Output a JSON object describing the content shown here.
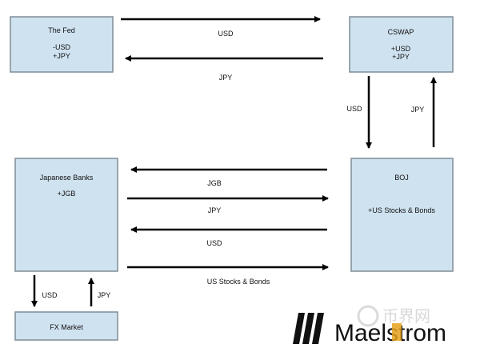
{
  "nodes": {
    "fed": {
      "title": "The Fed",
      "line1": "-USD",
      "line2": "+JPY"
    },
    "cswap": {
      "title": "CSWAP",
      "line1": "+USD",
      "line2": "+JPY"
    },
    "japanese_banks": {
      "title": "Japanese Banks",
      "line1": "+JGB"
    },
    "boj": {
      "title": "BOJ",
      "line1": "+US Stocks & Bonds"
    },
    "fx_market": {
      "title": "FX Market"
    }
  },
  "edges": {
    "fed_to_cswap": "USD",
    "cswap_to_fed": "JPY",
    "cswap_to_boj": "USD",
    "boj_to_cswap": "JPY",
    "boj_to_banks_jgb": "JGB",
    "banks_to_boj_jpy": "JPY",
    "boj_to_banks_usd": "USD",
    "banks_to_boj_stocks": "US Stocks & Bonds",
    "banks_to_fx": "USD",
    "fx_to_banks": "JPY"
  },
  "logo": {
    "text": "Maelstrom",
    "watermark": "币界网"
  }
}
